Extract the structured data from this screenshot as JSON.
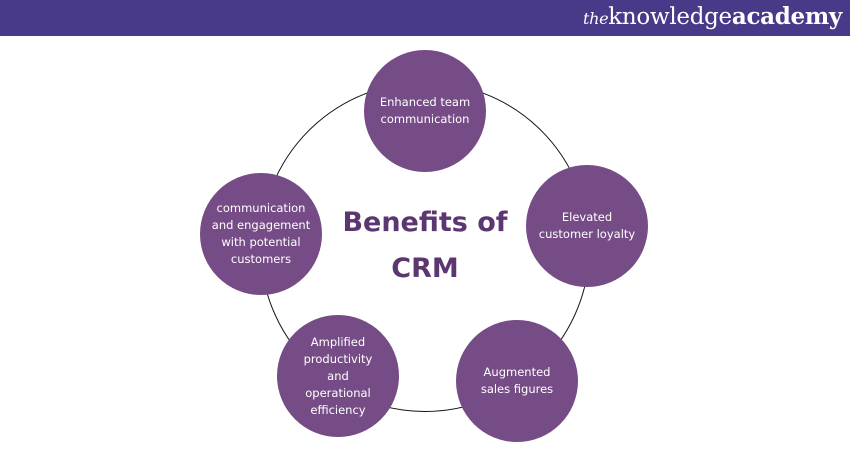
{
  "header": {
    "logo": {
      "prefix": "the",
      "part1": "knowledge",
      "part2": "academy"
    },
    "background_color": "#4a3889"
  },
  "diagram": {
    "title": "Benefits of CRM",
    "title_line1": "Benefits of",
    "title_line2": "CRM",
    "title_color": "#5b3670",
    "node_color": "#764c86",
    "nodes": [
      {
        "label": "Enhanced team communication"
      },
      {
        "label": "Elevated customer loyalty"
      },
      {
        "label": "Augmented sales figures"
      },
      {
        "label": "Amplified productivity and operational efficiency"
      },
      {
        "label": "communication and engagement with potential customers"
      }
    ]
  }
}
